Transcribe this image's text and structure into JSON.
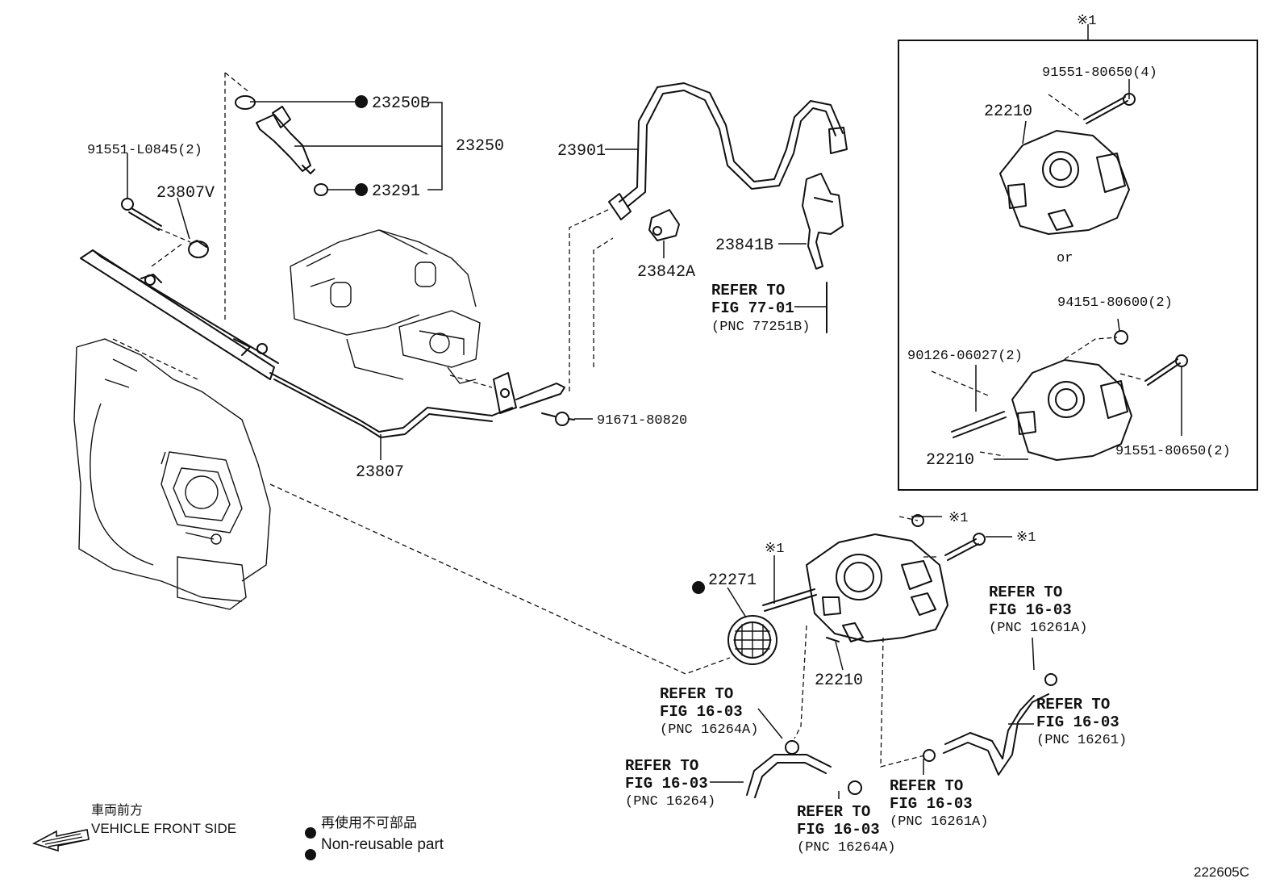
{
  "callouts": {
    "p23250B": "23250B",
    "p23250": "23250",
    "p23291": "23291",
    "p91551_L0845": "91551-L0845(2)",
    "p23807V": "23807V",
    "p23901": "23901",
    "p23842A": "23842A",
    "p23841B": "23841B",
    "p23807": "23807",
    "p91671": "91671-80820",
    "p22271": "22271",
    "p22210_main": "22210",
    "note_mark": "※1"
  },
  "refers": {
    "r77": {
      "l1": "REFER TO",
      "l2": "FIG 77-01",
      "l3": "(PNC 77251B)"
    },
    "r16261A_top": {
      "l1": "REFER TO",
      "l2": "FIG 16-03",
      "l3": "(PNC 16261A)"
    },
    "r16261": {
      "l1": "REFER TO",
      "l2": "FIG 16-03",
      "l3": "(PNC 16261)"
    },
    "r16264A_top": {
      "l1": "REFER TO",
      "l2": "FIG 16-03",
      "l3": "(PNC 16264A)"
    },
    "r16264": {
      "l1": "REFER TO",
      "l2": "FIG 16-03",
      "l3": "(PNC 16264)"
    },
    "r16264A_bot": {
      "l1": "REFER TO",
      "l2": "FIG 16-03",
      "l3": "(PNC 16264A)"
    },
    "r16261A_bot": {
      "l1": "REFER TO",
      "l2": "FIG 16-03",
      "l3": "(PNC 16261A)"
    }
  },
  "inset": {
    "header_mark": "※1",
    "p91551_80650_4": "91551-80650(4)",
    "p22210_a": "22210",
    "or_text": "or",
    "p94151": "94151-80600(2)",
    "p90126": "90126-06027(2)",
    "p22210_b": "22210",
    "p91551_80650_2": "91551-80650(2)"
  },
  "legend": {
    "front_jp": "車両前方",
    "front_en": "VEHICLE FRONT SIDE",
    "nonreuse_jp": "再使用不可部品",
    "nonreuse_en": "Non-reusable part"
  },
  "figure_code": "222605C"
}
